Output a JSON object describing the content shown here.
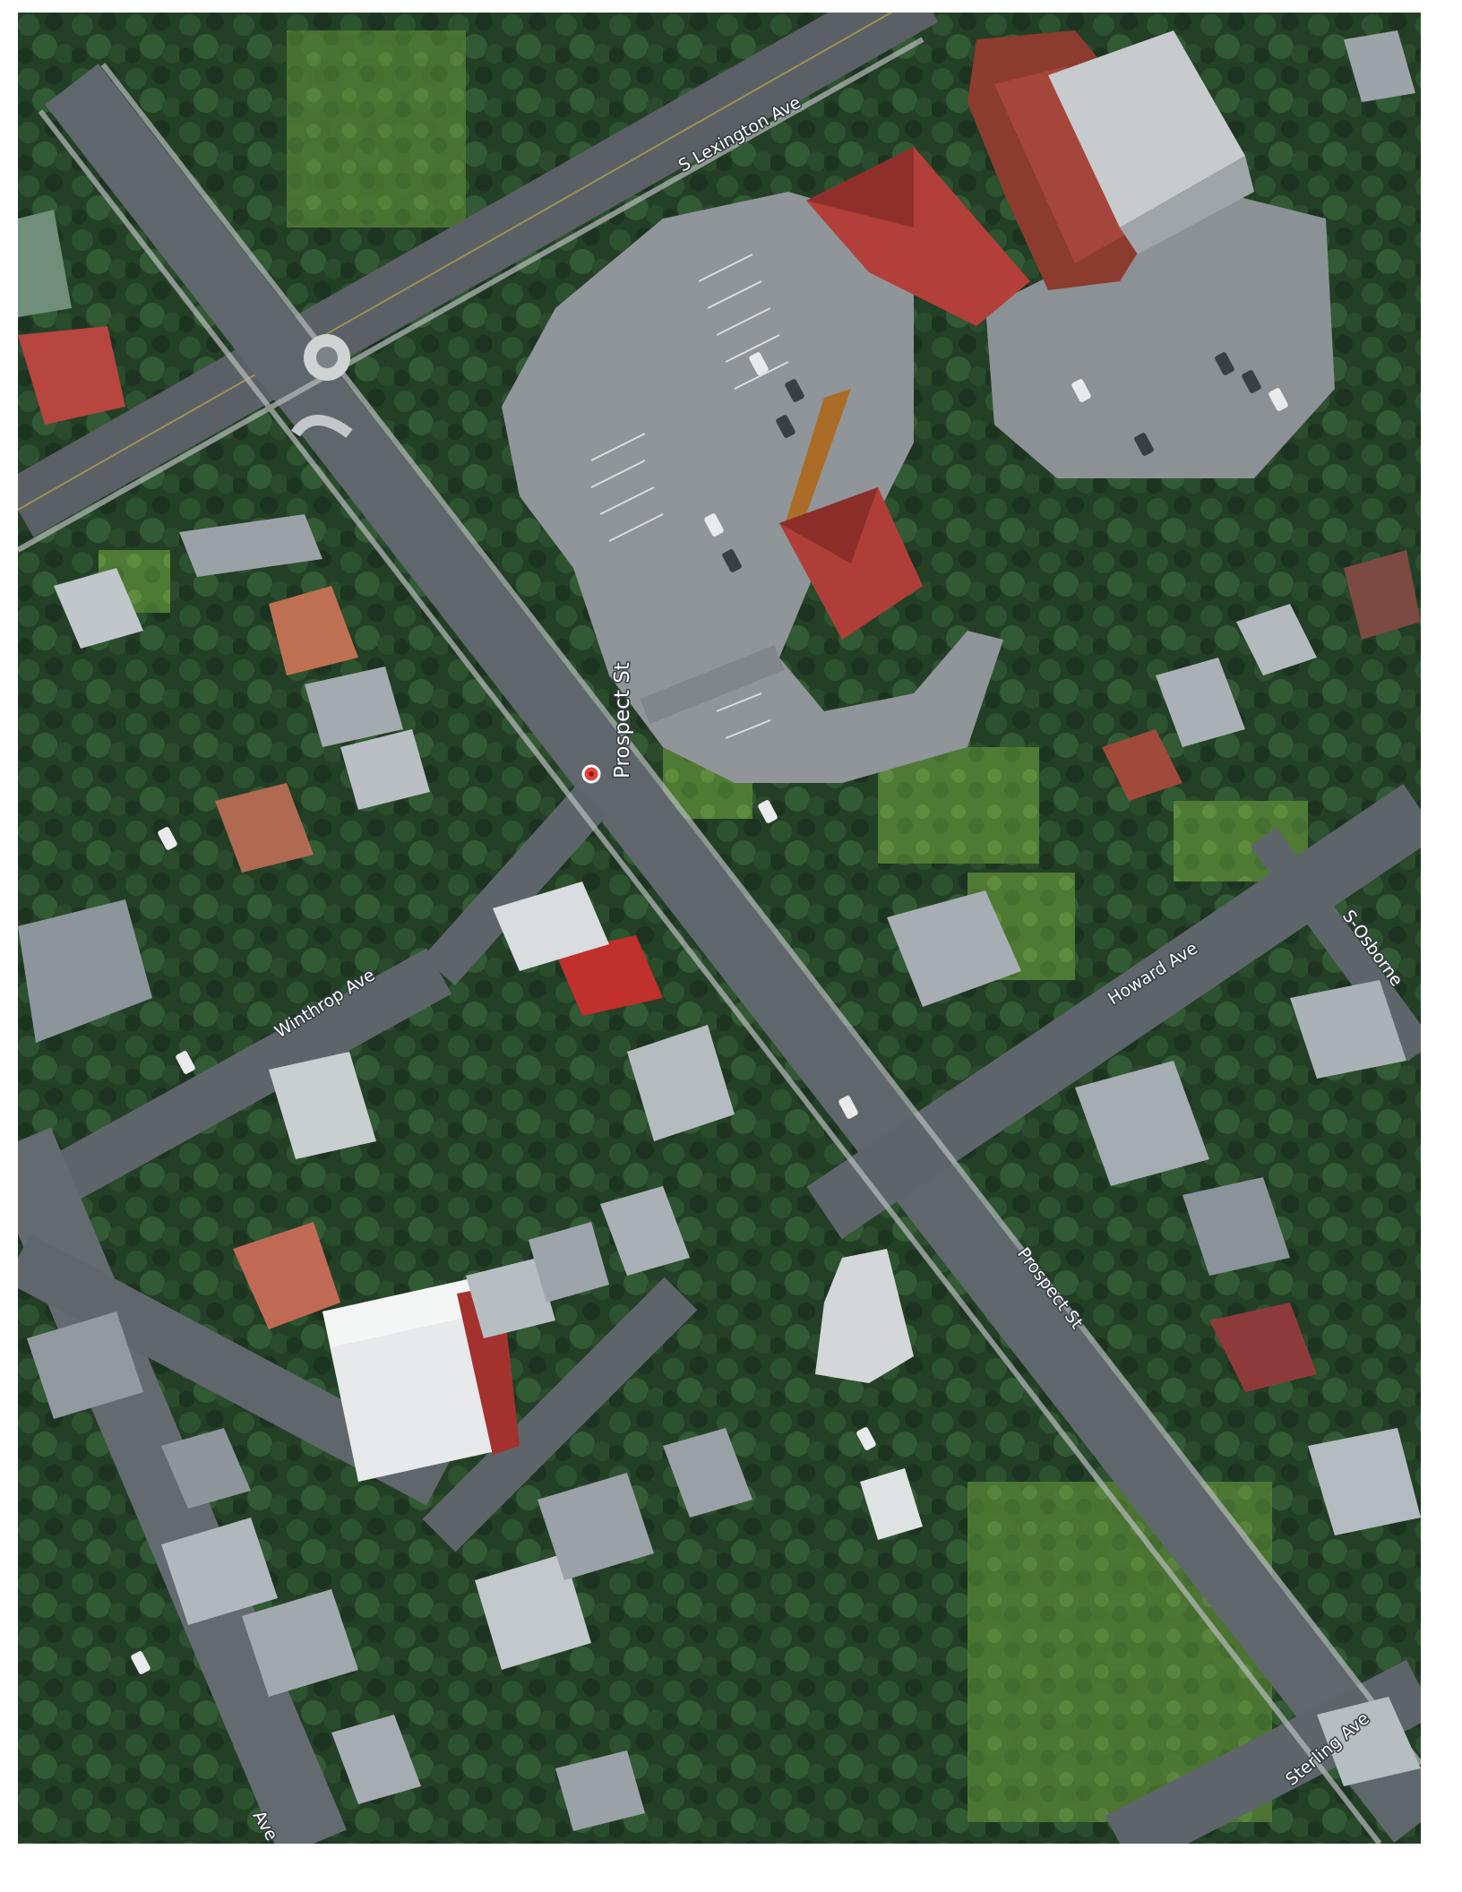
{
  "map": {
    "type": "satellite",
    "street_labels": {
      "s_lexington": "S Lexington Ave",
      "prospect_top": "Prospect St",
      "prospect_bottom": "Prospect St",
      "winthrop": "Winthrop Ave",
      "howard": "Howard Ave",
      "osborne": "S-Osborne",
      "sterling": "Sterling Ave",
      "ave_partial": "Ave"
    },
    "marker": "location-pin-icon",
    "colors": {
      "vegetation_dark": "#1f3a22",
      "vegetation": "#2f5530",
      "lawn": "#5d8a3c",
      "road": "#5f666b",
      "pavement": "#8a8f93",
      "roof_red": "#b8403b",
      "roof_gray": "#9aa3ab",
      "marker": "#e2433b"
    }
  }
}
